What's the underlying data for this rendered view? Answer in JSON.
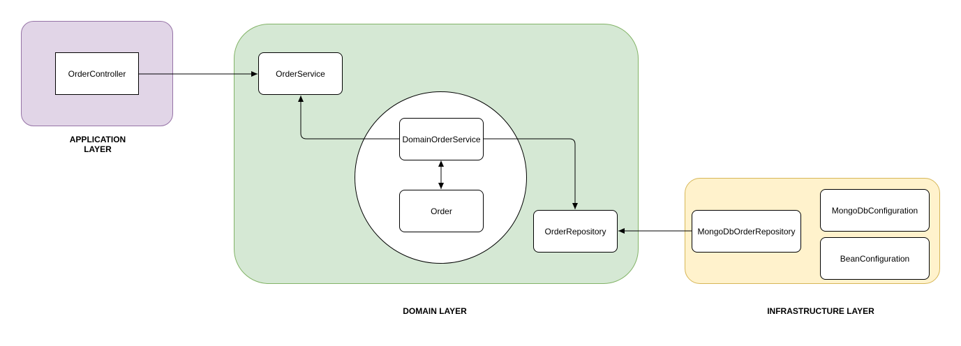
{
  "colors": {
    "application_fill": "#e1d5e7",
    "application_stroke": "#9673a6",
    "domain_fill": "#d5e8d4",
    "domain_stroke": "#82b366",
    "infrastructure_fill": "#fff2cc",
    "infrastructure_stroke": "#d6b656"
  },
  "layers": {
    "application": {
      "label_line1": "APPLICATION",
      "label_line2": "LAYER"
    },
    "domain": {
      "label": "DOMAIN LAYER"
    },
    "infrastructure": {
      "label": "INFRASTRUCTURE LAYER"
    }
  },
  "nodes": {
    "order_controller": "OrderController",
    "order_service": "OrderService",
    "domain_order_service": "DomainOrderService",
    "order": "Order",
    "order_repository": "OrderRepository",
    "mongo_db_order_repository": "MongoDbOrderRepository",
    "mongo_db_configuration": "MongoDbConfiguration",
    "bean_configuration": "BeanConfiguration"
  }
}
